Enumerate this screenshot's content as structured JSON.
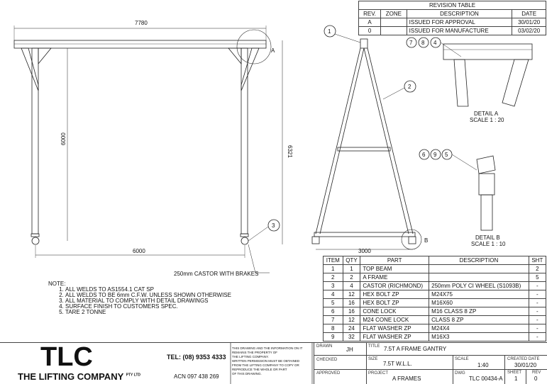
{
  "revision_table": {
    "title": "REVISION TABLE",
    "headers": [
      "REV.",
      "ZONE",
      "DESCRIPTION",
      "DATE"
    ],
    "rows": [
      [
        "A",
        "",
        "ISSUED FOR APPROVAL",
        "30/01/20"
      ],
      [
        "0",
        "",
        "ISSUED FOR MANUFACTURE",
        "03/02/20"
      ]
    ]
  },
  "dimensions": {
    "overall_width": "7780",
    "span": "6000",
    "leg_height": "6000",
    "overall_height": "6321",
    "frame_base": "3000"
  },
  "callouts": {
    "castor": "250mm CASTOR WITH BRAKES",
    "balloons_front": [
      "3"
    ],
    "balloons_side": [
      "1",
      "2"
    ],
    "detail_a_balloons": [
      "7",
      "8",
      "4"
    ],
    "detail_b_balloons": [
      "6",
      "9",
      "5"
    ],
    "detail_a_marker": "A",
    "detail_b_marker": "B",
    "detail_a_title": "DETAIL A",
    "detail_a_scale": "SCALE 1 : 20",
    "detail_b_title": "DETAIL B",
    "detail_b_scale": "SCALE 1 : 10"
  },
  "notes": {
    "heading": "NOTE:",
    "items": [
      "ALL WELDS TO AS1554.1 CAT SP",
      "ALL WELDS TO BE 6mm C.F.W. UNLESS SHOWN OTHERWISE",
      "ALL MATERIAL TO COMPLY WITH DETAIL DRAWINGS",
      "SURFACE FINISH TO CUSTOMERS SPEC.",
      "TARE 2 TONNE"
    ]
  },
  "parts_table": {
    "headers": [
      "ITEM",
      "QTY",
      "PART",
      "DESCRIPTION",
      "SHT"
    ],
    "rows": [
      [
        "1",
        "1",
        "TOP BEAM",
        "",
        "2"
      ],
      [
        "2",
        "2",
        "A FRAME",
        "",
        "5"
      ],
      [
        "3",
        "4",
        "CASTOR (RICHMOND)",
        "250mm POLY CI WHEEL (S1093B)",
        "-"
      ],
      [
        "4",
        "12",
        "HEX BOLT ZP",
        "M24X75",
        "-"
      ],
      [
        "5",
        "16",
        "HEX BOLT ZP",
        "M16X60",
        "-"
      ],
      [
        "6",
        "16",
        "CONE LOCK",
        "M16 CLASS 8 ZP",
        "-"
      ],
      [
        "7",
        "12",
        "M24 CONE LOCK",
        "CLASS 8 ZP",
        "-"
      ],
      [
        "8",
        "24",
        "FLAT WASHER ZP",
        "M24X4",
        "-"
      ],
      [
        "9",
        "32",
        "FLAT WASHER ZP",
        "M16X3",
        "-"
      ]
    ]
  },
  "title_block": {
    "logo": "TLC",
    "company": "THE LIFTING COMPANY",
    "company_suffix": "PTY LTD",
    "tel": "TEL: (08) 9353 4333",
    "acn": "ACN 097 438 269",
    "disclaimer": [
      "THIS DRAWING AND THE INFORMATION ON IT",
      "REMAINS THE PROPERTY OF",
      "THE LIFTING COMPANY.",
      "WRITTEN PERMISSION MUST BE OBTAINED",
      "FROM THE LIFTING COMPANY TO COPY OR",
      "REPRODUCE THE WHOLE OR PART",
      "OF THIS DRAWING."
    ],
    "drawn_label": "DRAWN",
    "drawn": "JH",
    "checked_label": "CHECKED",
    "approved_label": "APPROVED",
    "title_label": "TITLE",
    "title": "7.5T A FRAME GANTRY",
    "size_label": "SIZE",
    "size": "7.5T W.L.L.",
    "scale_label": "SCALE",
    "scale": "1:40",
    "created_label": "CREATED DATE",
    "created": "30/01/20",
    "project_label": "PROJECT",
    "project": "A FRAMES",
    "dwg_label": "DWG",
    "dwg": "TLC 00434-A",
    "sheet_label": "SHEET",
    "sheet": "1",
    "rev_label": "REV",
    "rev": "0"
  }
}
